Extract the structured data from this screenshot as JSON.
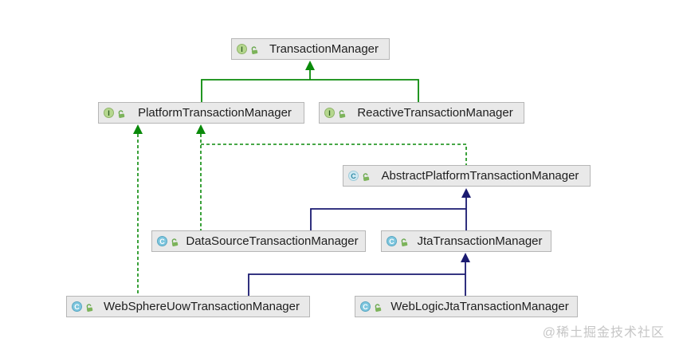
{
  "diagram": {
    "type": "uml-class-diagram",
    "nodes": [
      {
        "label": "TransactionManager",
        "kind": "interface",
        "icon": "interface-icon",
        "icon_letter": "I"
      },
      {
        "label": "PlatformTransactionManager",
        "kind": "interface",
        "icon": "interface-icon",
        "icon_letter": "I"
      },
      {
        "label": "ReactiveTransactionManager",
        "kind": "interface",
        "icon": "interface-icon",
        "icon_letter": "I"
      },
      {
        "label": "AbstractPlatformTransactionManager",
        "kind": "abstract-class",
        "icon": "abstract-class-icon",
        "icon_letter": "C"
      },
      {
        "label": "DataSourceTransactionManager",
        "kind": "class",
        "icon": "class-icon",
        "icon_letter": "C"
      },
      {
        "label": "JtaTransactionManager",
        "kind": "class",
        "icon": "class-icon",
        "icon_letter": "C"
      },
      {
        "label": "WebSphereUowTransactionManager",
        "kind": "class",
        "icon": "class-icon",
        "icon_letter": "C"
      },
      {
        "label": "WebLogicJtaTransactionManager",
        "kind": "class",
        "icon": "class-icon",
        "icon_letter": "C"
      }
    ],
    "edges": [
      {
        "from": "PlatformTransactionManager",
        "to": "TransactionManager",
        "type": "extends-interface"
      },
      {
        "from": "ReactiveTransactionManager",
        "to": "TransactionManager",
        "type": "extends-interface"
      },
      {
        "from": "AbstractPlatformTransactionManager",
        "to": "PlatformTransactionManager",
        "type": "implements"
      },
      {
        "from": "DataSourceTransactionManager",
        "to": "PlatformTransactionManager",
        "type": "implements"
      },
      {
        "from": "WebSphereUowTransactionManager",
        "to": "PlatformTransactionManager",
        "type": "implements"
      },
      {
        "from": "DataSourceTransactionManager",
        "to": "AbstractPlatformTransactionManager",
        "type": "extends"
      },
      {
        "from": "JtaTransactionManager",
        "to": "AbstractPlatformTransactionManager",
        "type": "extends"
      },
      {
        "from": "WebSphereUowTransactionManager",
        "to": "JtaTransactionManager",
        "type": "extends"
      },
      {
        "from": "WebLogicJtaTransactionManager",
        "to": "JtaTransactionManager",
        "type": "extends"
      }
    ],
    "colors": {
      "interface_edge": "#0a8a0a",
      "class_edge": "#1a1a70",
      "node_background": "#e9e9e9",
      "node_border": "#b6b6b6"
    },
    "watermark": "@稀土掘金技术社区"
  }
}
